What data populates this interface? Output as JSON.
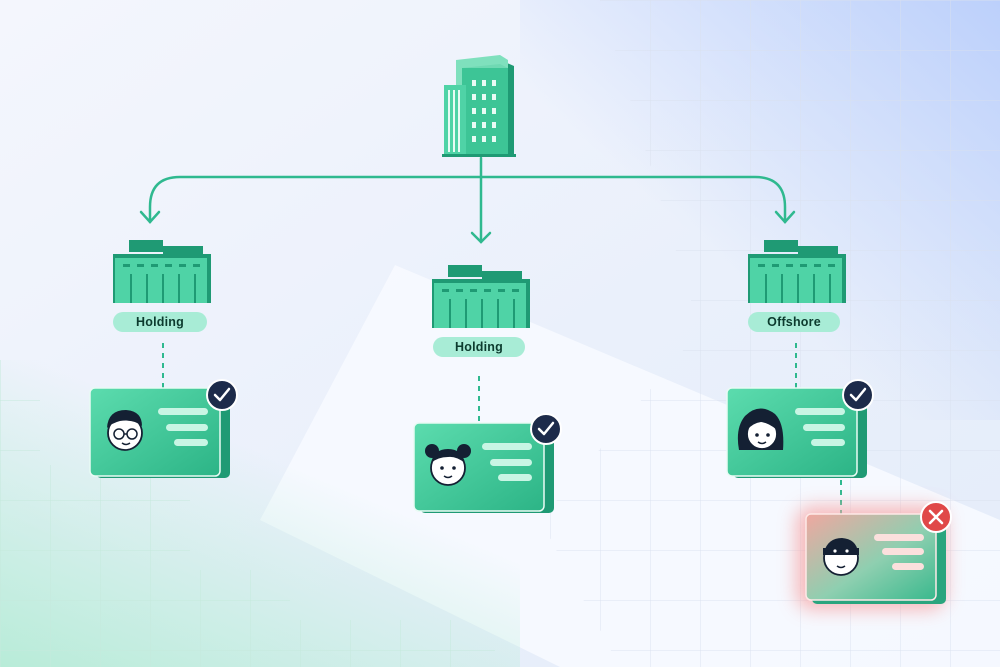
{
  "colors": {
    "accent": "#2fb98f",
    "accent_dark": "#1f9a74",
    "accent_light": "#4fd3a6",
    "label_bg": "#a8ecd6",
    "check_badge": "#1d2b4a",
    "alert": "#e04848",
    "alert_glow": "#f6a5a5",
    "background": "#eef2fb"
  },
  "tree": {
    "root_icon": "office-building-icon",
    "branches": [
      {
        "label": "Holding",
        "icon": "warehouse-icon",
        "owner_face": "person-with-glasses",
        "status": "verified"
      },
      {
        "label": "Holding",
        "icon": "warehouse-icon",
        "owner_face": "person-with-hair-buns",
        "status": "verified"
      },
      {
        "label": "Offshore",
        "icon": "warehouse-icon",
        "owner_face": "person-with-long-hair",
        "status": "verified"
      }
    ],
    "hidden_owner": {
      "owner_face": "masked-person",
      "status": "rejected"
    }
  }
}
